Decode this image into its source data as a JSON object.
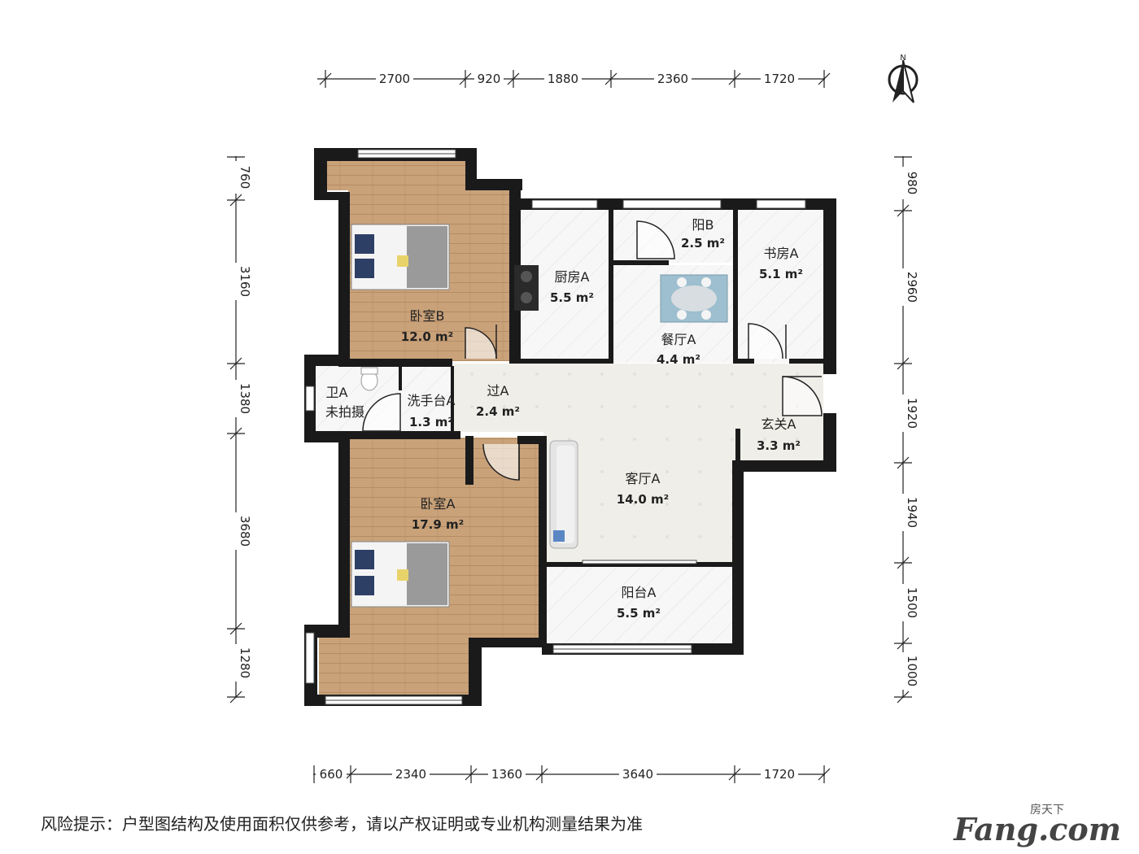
{
  "compass": {
    "label": "N"
  },
  "dimensions": {
    "top": [
      "2700",
      "920",
      "1880",
      "2360",
      "1720"
    ],
    "bottom": [
      "660",
      "2340",
      "1360",
      "3640",
      "1720"
    ],
    "left": [
      "760",
      "3160",
      "1380",
      "3680",
      "1280"
    ],
    "right": [
      "980",
      "2960",
      "1920",
      "1940",
      "1500",
      "1000"
    ]
  },
  "rooms": {
    "bedroom_b": {
      "name": "卧室B",
      "area": "12.0 m²"
    },
    "kitchen": {
      "name": "厨房A",
      "area": "5.5 m²"
    },
    "balcony_b": {
      "name": "阳B",
      "area": "2.5 m²"
    },
    "study": {
      "name": "书房A",
      "area": "5.1 m²"
    },
    "dining": {
      "name": "餐厅A",
      "area": "4.4 m²"
    },
    "bathroom": {
      "name": "卫A",
      "area": "未拍摄"
    },
    "washbasin": {
      "name": "洗手台A",
      "area": "1.3 m²"
    },
    "hallway": {
      "name": "过A",
      "area": "2.4 m²"
    },
    "entrance": {
      "name": "玄关A",
      "area": "3.3 m²"
    },
    "living": {
      "name": "客厅A",
      "area": "14.0 m²"
    },
    "bedroom_a": {
      "name": "卧室A",
      "area": "17.9 m²"
    },
    "balcony_a": {
      "name": "阳台A",
      "area": "5.5 m²"
    }
  },
  "watermark": {
    "top": "房天下",
    "main": "Fang.com"
  },
  "disclaimer": "风险提示：户型图结构及使用面积仅供参考，请以产权证明或专业机构测量结果为准",
  "colors": {
    "wall": "#1a1a1a",
    "wood": "#c9a27a",
    "tile": "#eeede6",
    "white_tile": "#f5f5f5"
  }
}
